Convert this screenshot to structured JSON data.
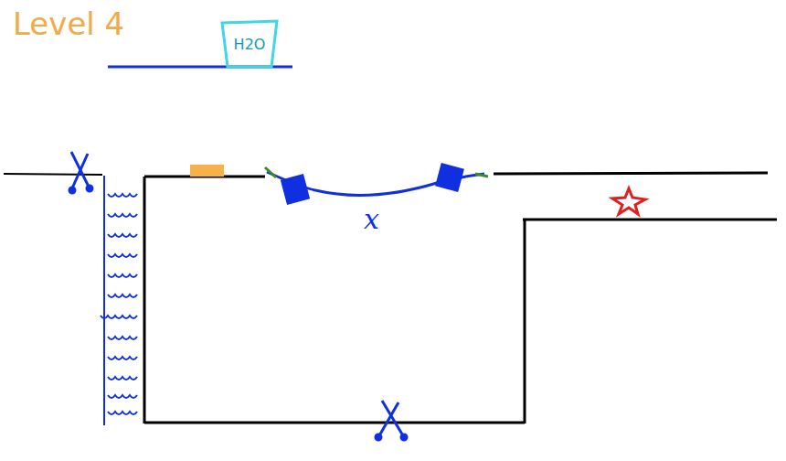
{
  "diagram": {
    "title": "Level 4",
    "nodes": [
      {
        "text": [
          "H2O"
        ]
      }
    ],
    "labels": [
      "x"
    ]
  }
}
